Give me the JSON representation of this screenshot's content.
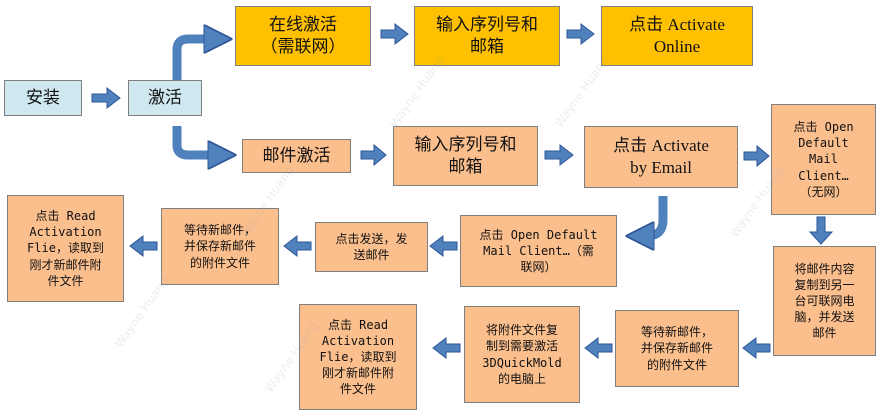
{
  "nodes": {
    "install": "安装",
    "activate": "激活",
    "online_activation": "在线激活\n（需联网）",
    "online_enter_serial": "输入序列号和\n邮箱",
    "click_activate_online": "点击 Activate\nOnline",
    "email_activation": "邮件激活",
    "email_enter_serial": "输入序列号和\n邮箱",
    "click_activate_by_email": "点击 Activate\nby Email",
    "open_mail_client_offline": "点击 Open\nDefault\nMail\nClient…\n（无网）",
    "open_mail_client_online": "点击 Open Default\nMail Client…（需\n联网）",
    "click_send": "点击发送，发\n送邮件",
    "wait_new_mail_a": "等待新邮件，\n并保存新邮件\n的附件文件",
    "read_activation_file_a": "点击 Read\nActivation\nFlie，读取到\n刚才新邮件附\n件文件",
    "copy_mail_to_other_pc": "将邮件内容\n复制到另一\n台可联网电\n脑，并发送\n邮件",
    "wait_new_mail_b": "等待新邮件，\n并保存新邮件\n的附件文件",
    "copy_attachment": "将附件文件复\n制到需要激活\n3DQuickMold\n的电脑上",
    "read_activation_file_b": "点击 Read\nActivation\nFlie，读取到\n刚才新邮件附\n件文件"
  },
  "watermark": "Wayne Huang",
  "colors": {
    "blue_box": "#cfe8f0",
    "yellow_box": "#ffc000",
    "orange_box": "#fbbf8e",
    "arrow_fill": "#4f81bd",
    "arrow_stroke": "#2f5597"
  }
}
